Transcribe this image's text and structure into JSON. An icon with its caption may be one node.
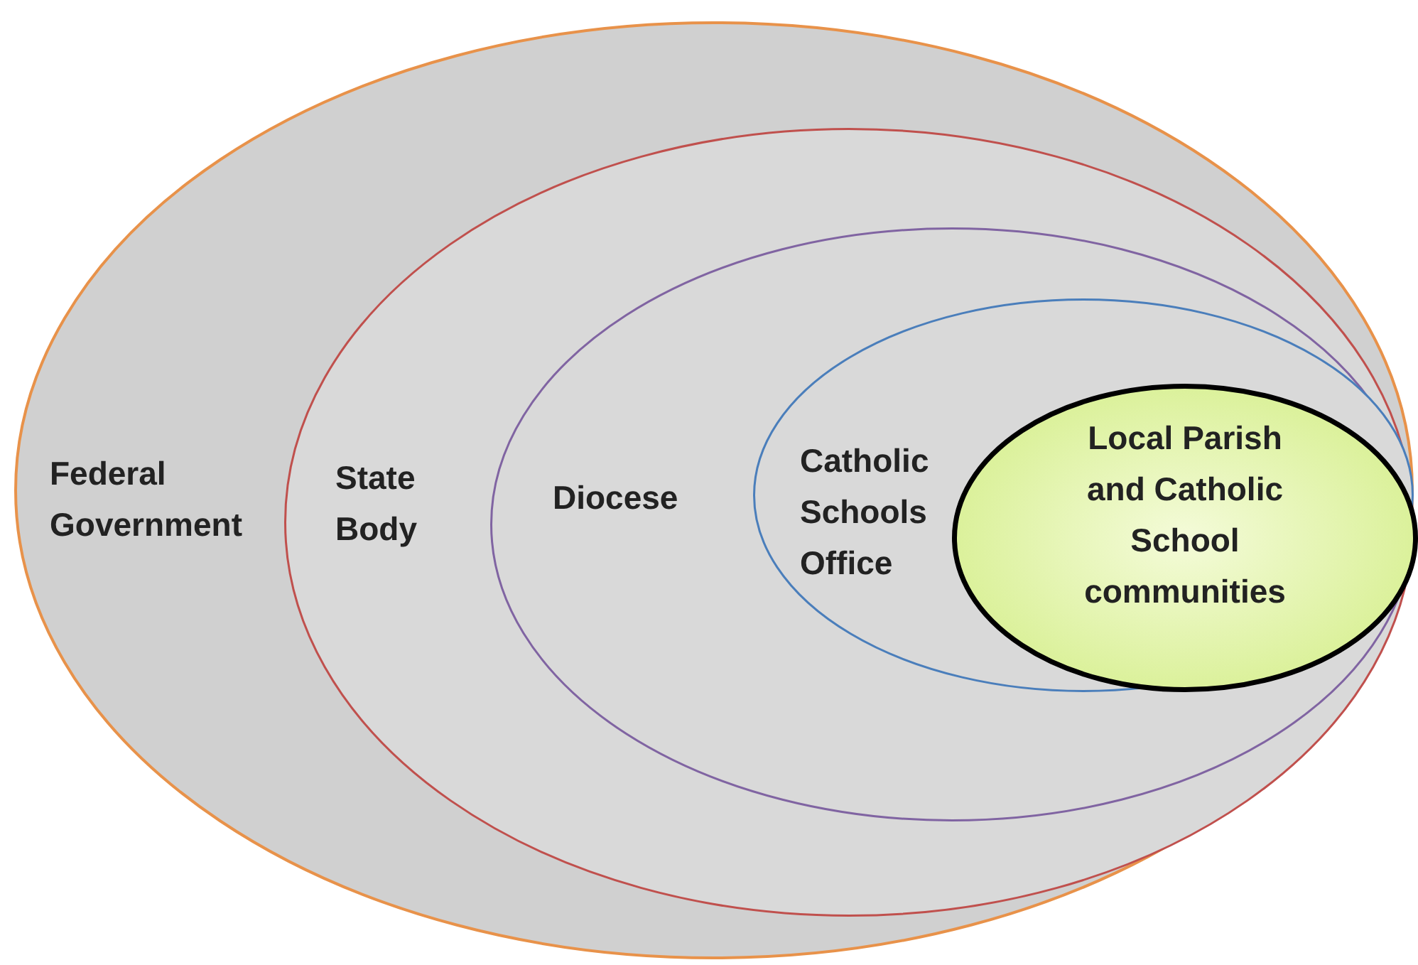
{
  "diagram": {
    "nodes": [
      {
        "text": [
          "Federal Government"
        ]
      },
      {
        "text": [
          "State Body"
        ],
        "in": 0
      },
      {
        "text": [
          "Diocese"
        ],
        "in": 1
      },
      {
        "text": [
          "Catholic Schools Office"
        ],
        "in": 2
      },
      {
        "text": [
          "Local Parish and Catholic School communities"
        ],
        "in": 3
      }
    ]
  }
}
